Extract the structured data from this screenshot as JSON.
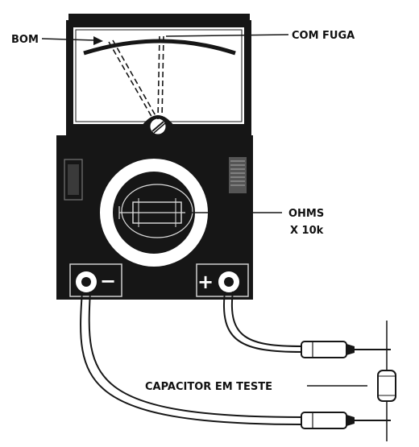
{
  "labels": {
    "good": "BOM",
    "leaky": "COM FUGA",
    "range_unit": "OHMS",
    "range_mult": "X 10k",
    "capacitor": "CAPACITOR EM TESTE"
  },
  "terminals": {
    "negative": "−",
    "positive": "+"
  },
  "colors": {
    "ink": "#111111",
    "paper": "#ffffff",
    "meter_body": "#161616"
  },
  "icons": {
    "zero_adjust": "screw-icon",
    "range_knob": "rotary-selector-icon"
  }
}
